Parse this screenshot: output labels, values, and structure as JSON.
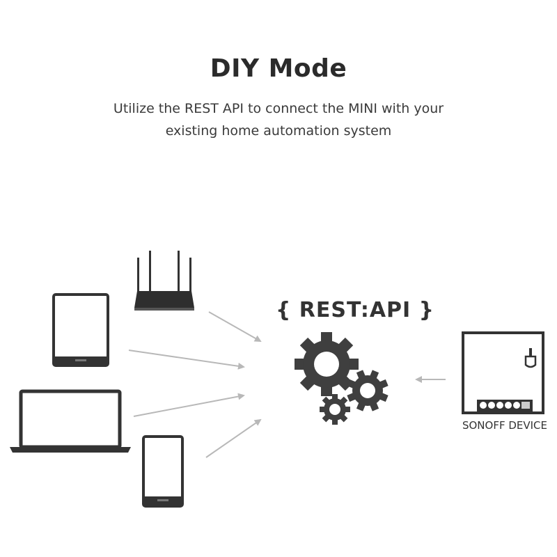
{
  "title": "DIY Mode",
  "subtitle": {
    "line1": "Utilize the REST API to connect the MINI with your",
    "line2": "existing home automation system"
  },
  "api_label": "{ REST:API }",
  "device_label": "SONOFF DEVICE",
  "colors": {
    "dark": "#333333",
    "arrow": "#b8b8b8",
    "gear": "#3f3f3f"
  },
  "icons": [
    "router-icon",
    "tablet-icon",
    "laptop-icon",
    "smartphone-icon",
    "gears-icon",
    "sonoff-device-icon"
  ]
}
